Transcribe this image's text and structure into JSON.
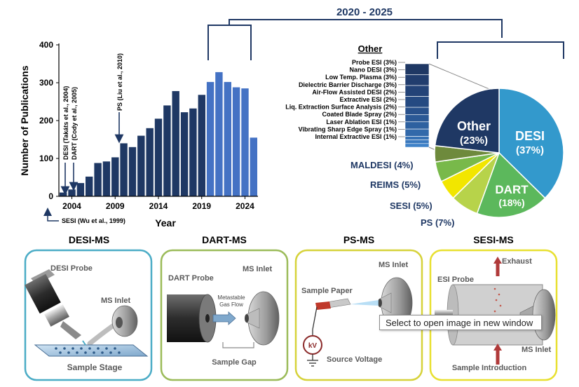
{
  "range_label": "2020 - 2025",
  "bar_chart": {
    "type": "bar",
    "x": [
      2003,
      2004,
      2005,
      2006,
      2007,
      2008,
      2009,
      2010,
      2011,
      2012,
      2013,
      2014,
      2015,
      2016,
      2017,
      2018,
      2019,
      2020,
      2021,
      2022,
      2023,
      2024,
      2025
    ],
    "values": [
      10,
      18,
      35,
      52,
      88,
      92,
      103,
      140,
      130,
      160,
      180,
      205,
      240,
      278,
      222,
      232,
      268,
      302,
      328,
      302,
      288,
      285,
      155
    ],
    "highlight_from": 2020,
    "colors": {
      "normal": "#1f3864",
      "highlight": "#4472c4"
    },
    "xlabel": "Year",
    "ylabel": "Number of Publications",
    "ylim": [
      0,
      400
    ],
    "yticks": [
      "0",
      "100",
      "200",
      "300",
      "400"
    ],
    "xticks": [
      "2004",
      "2009",
      "2014",
      "2019",
      "2024"
    ],
    "grid": false
  },
  "annotations": {
    "desi": "DESI (Takáts et al., 2004)",
    "dart": "DART (Cody et al., 2005)",
    "ps": "PS (Liu et al., 2010)",
    "sesi": "SESI (Wu et al., 1999)"
  },
  "chart_data": {
    "type": "pie",
    "labels": [
      "DESI",
      "DART",
      "PS",
      "SESI",
      "REIMS",
      "MALDESI",
      "Other"
    ],
    "values": [
      37,
      18,
      7,
      5,
      5,
      4,
      23
    ],
    "label_texts": [
      "DESI\n(37%)",
      "DART\n(18%)",
      "PS (7%)",
      "SESI (5%)",
      "REIMS (5%)",
      "MALDESI (4%)",
      "Other\n(23%)"
    ],
    "colors": [
      "#3399cc",
      "#5cb85c",
      "#b7d34a",
      "#f2e600",
      "#78b94a",
      "#6e8a3c",
      "#1f3864"
    ]
  },
  "other_breakdown": {
    "title": "Other",
    "items": [
      "Probe ESI (3%)",
      "Nano DESI (3%)",
      "Low Temp. Plasma (3%)",
      "Dielectric Barrier Discharge (3%)",
      "Air-Flow Assisted DESI (2%)",
      "Extractive ESI (2%)",
      "Liq. Extraction Surface Analysis (2%)",
      "Coated Blade Spray (2%)",
      "Laser Ablation ESI (1%)",
      "Vibrating Sharp Edge Spray (1%)",
      "Internal Extractive ESI (1%)"
    ],
    "values": [
      3,
      3,
      3,
      3,
      2,
      2,
      2,
      2,
      1,
      1,
      1
    ]
  },
  "panels": [
    {
      "title": "DESI-MS",
      "border": "#4bacc6",
      "labels": [
        "DESI Probe",
        "MS Inlet",
        "Sample Stage"
      ]
    },
    {
      "title": "DART-MS",
      "border": "#9bbb59",
      "labels": [
        "DART Probe",
        "MS Inlet",
        "Metastable",
        "Gas Flow",
        "Sample Gap"
      ]
    },
    {
      "title": "PS-MS",
      "border": "#d6d23a",
      "labels": [
        "MS Inlet",
        "Sample Paper",
        "kV",
        "Source Voltage"
      ]
    },
    {
      "title": "SESI-MS",
      "border": "#e8e030",
      "labels": [
        "Exhaust",
        "ESI Probe",
        "MS Inlet",
        "Sample Introduction"
      ]
    }
  ],
  "tooltip": "Select to open image in new window"
}
